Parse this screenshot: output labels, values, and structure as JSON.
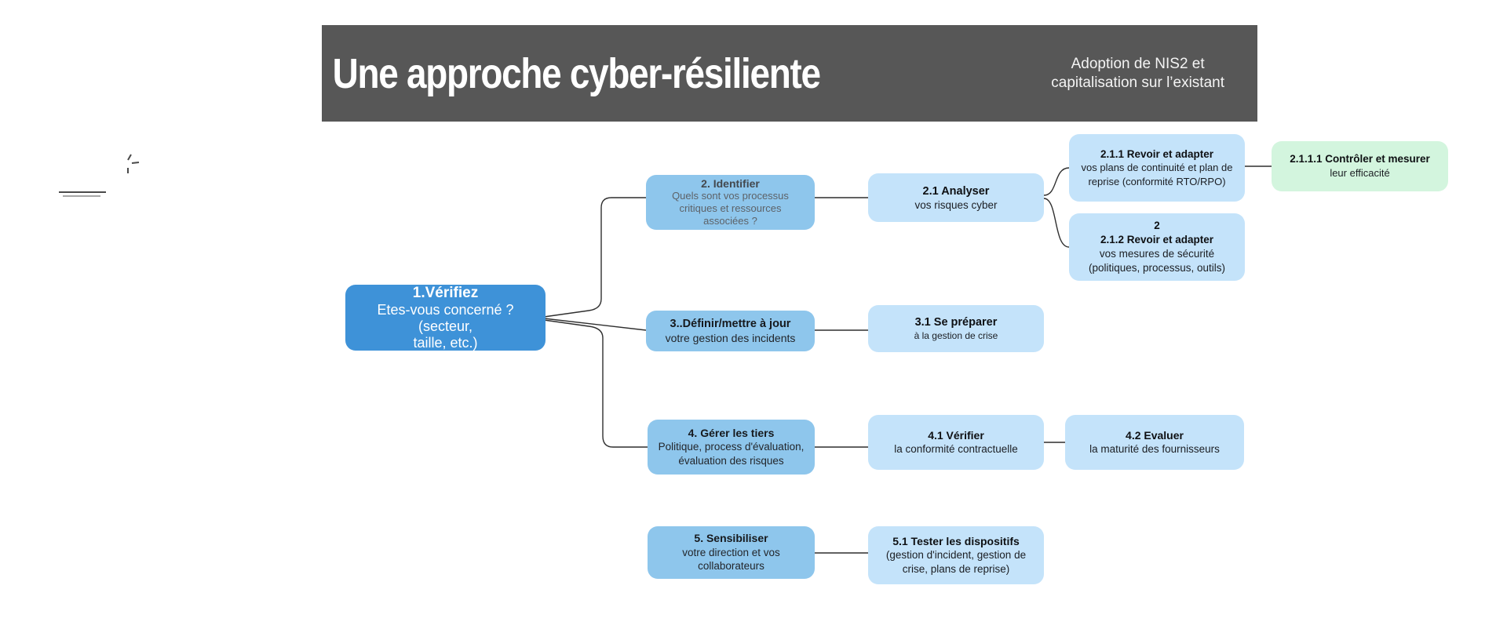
{
  "header": {
    "title": "Une approche cyber-résiliente",
    "subtitle": "Adoption de NIS2 et\ncapitalisation sur l’existant"
  },
  "colors": {
    "header_bg": "#575757",
    "root_blue": "#3e92d8",
    "medium_blue": "#8ec6ec",
    "light_blue": "#c4e3fa",
    "green": "#d3f5de",
    "connector": "#2f2f2f",
    "canvas_bg": "#ffffff"
  },
  "nodes": {
    "n1": {
      "title": "1.Vérifiez",
      "body": "Etes-vous concerné ? (secteur,\ntaille, etc.)"
    },
    "n2": {
      "title": "2. Identifier",
      "body": "Quels sont vos processus\ncritiques et ressources\nassociées ?"
    },
    "n21": {
      "title": "2.1 Analyser",
      "body": "vos risques cyber"
    },
    "n211": {
      "title": "2.1.1 Revoir et adapter",
      "body": "vos plans de continuité et plan de\nreprise (conformité RTO/RPO)"
    },
    "n2111": {
      "title": "2.1.1.1 Contrôler et mesurer",
      "body": "leur efficacité"
    },
    "n212": {
      "title": "2\n2.1.2 Revoir et adapter",
      "body": "vos mesures de sécurité\n(politiques, processus, outils)"
    },
    "n3": {
      "title": "3..Définir/mettre à jour",
      "body": "votre gestion des incidents"
    },
    "n31": {
      "title": "3.1 Se préparer",
      "body": "à la gestion de crise"
    },
    "n4": {
      "title": "4. Gérer les tiers",
      "body": "Politique, process d'évaluation,\névaluation des risques"
    },
    "n41": {
      "title": "4.1 Vérifier",
      "body": "la conformité contractuelle"
    },
    "n42": {
      "title": "4.2 Evaluer",
      "body": "la maturité des fournisseurs"
    },
    "n5": {
      "title": "5. Sensibiliser",
      "body": "votre direction et vos\ncollaborateurs"
    },
    "n51": {
      "title": "5.1 Tester les dispositifs",
      "body": "(gestion d'incident, gestion de\ncrise, plans de reprise)"
    }
  }
}
